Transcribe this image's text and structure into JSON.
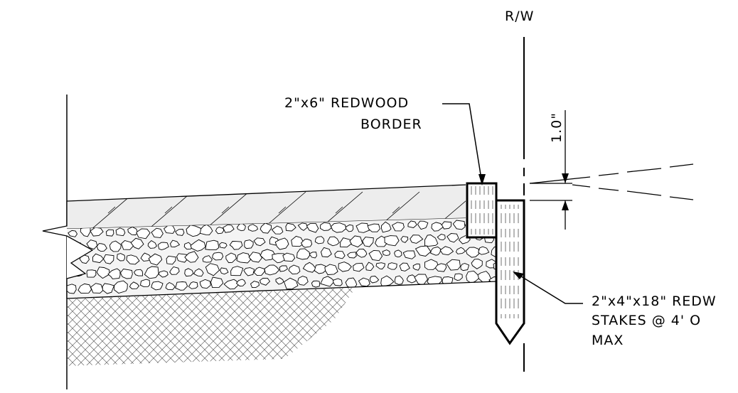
{
  "labels": {
    "rw": "R/W",
    "border_line1": "2\"x6\" REDWOOD",
    "border_line2": "BORDER",
    "dimension": "1.0\"",
    "stakes_line1": "2\"x4\"x18\" REDW",
    "stakes_line2": "STAKES @ 4' O",
    "stakes_line3": "MAX"
  },
  "materials": {
    "surface_layer": "diagonal hatch, light gray fill",
    "base_layer": "aggregate / gravel",
    "subgrade": "crosshatch soil"
  },
  "colors": {
    "line": "#000000",
    "fill": "#ededed",
    "hatch": "#555555"
  }
}
